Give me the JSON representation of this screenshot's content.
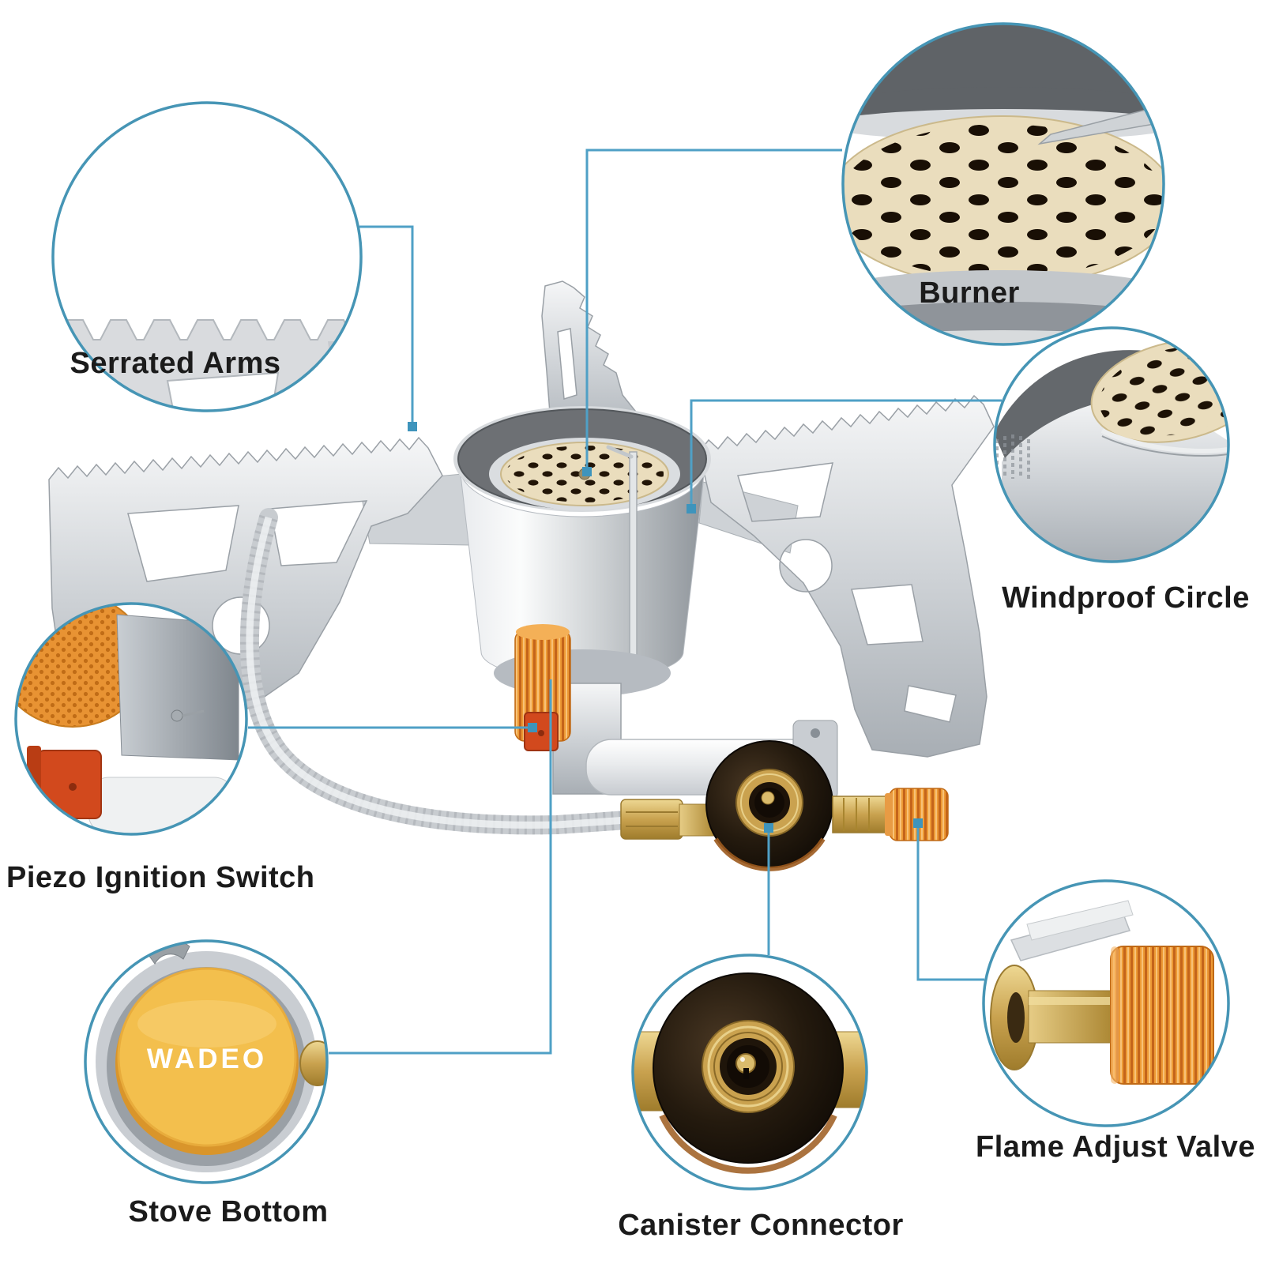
{
  "figure": {
    "type": "product-part-annotation-diagram",
    "subject": "camping gas stove burner with hose and canister connector"
  },
  "product": {
    "brand_wordmark": "WADEO"
  },
  "callouts": [
    {
      "id": "serrated-arms",
      "label": "Serrated Arms"
    },
    {
      "id": "burner",
      "label": "Burner"
    },
    {
      "id": "windproof-circle",
      "label": "Windproof Circle"
    },
    {
      "id": "piezo-ignition-switch",
      "label": "Piezo Ignition Switch"
    },
    {
      "id": "stove-bottom",
      "label": "Stove Bottom"
    },
    {
      "id": "canister-connector",
      "label": "Canister Connector"
    },
    {
      "id": "flame-adjust-valve",
      "label": "Flame Adjust Valve"
    }
  ],
  "colors": {
    "background": "#ffffff",
    "callout_line": "#4FA0C6",
    "callout_circle_border": "#4695B5",
    "callout_endpoint_dot": "#3E94BC",
    "label_text": "#1b1b1b",
    "burner_plate_cream": "#EADDBD",
    "burner_hole_dark": "#221507",
    "windproof_ring_gray": "#6d7074",
    "metal_light": "#f5f6f7",
    "metal_dark": "#8f959b",
    "orange_knob": "#E89132",
    "orange_knurl_shadow": "#C4641A",
    "piezo_button_red": "#D2491D",
    "stove_cap_yellow": "#F3BF4D",
    "brass_gold": "#C9A24F",
    "connector_black": "#140d06"
  }
}
